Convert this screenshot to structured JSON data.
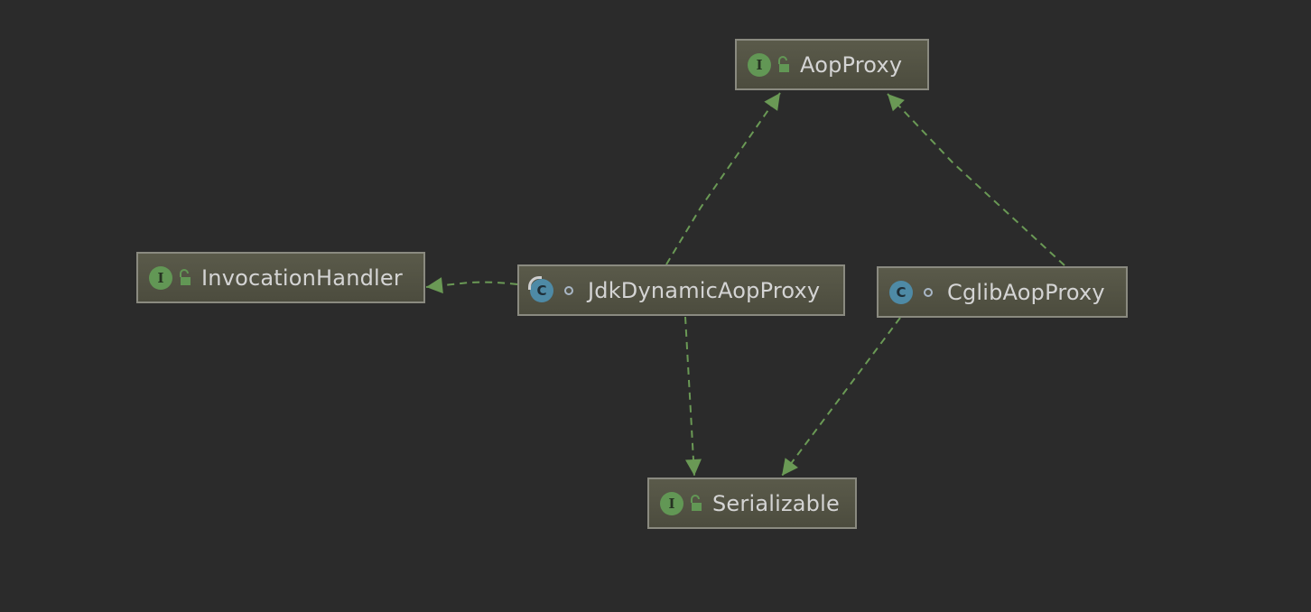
{
  "diagram": {
    "background": "#2b2b2b",
    "edge_color": "#6a9955",
    "nodes": [
      {
        "id": "aop-proxy",
        "name": "AopProxy",
        "kind": "interface",
        "kind_letter": "I",
        "visibility_icon": "lock-open-icon"
      },
      {
        "id": "invocation-handler",
        "name": "InvocationHandler",
        "kind": "interface",
        "kind_letter": "I",
        "visibility_icon": "lock-open-icon"
      },
      {
        "id": "jdk-dynamic-aop-proxy",
        "name": "JdkDynamicAopProxy",
        "kind": "class",
        "kind_letter": "C",
        "visibility_icon": "package-private-dot-icon"
      },
      {
        "id": "cglib-aop-proxy",
        "name": "CglibAopProxy",
        "kind": "class",
        "kind_letter": "C",
        "visibility_icon": "package-private-dot-icon"
      },
      {
        "id": "serializable",
        "name": "Serializable",
        "kind": "interface",
        "kind_letter": "I",
        "visibility_icon": "lock-open-icon"
      }
    ],
    "edges": [
      {
        "from": "jdk-dynamic-aop-proxy",
        "to": "aop-proxy",
        "relation": "implements"
      },
      {
        "from": "jdk-dynamic-aop-proxy",
        "to": "invocation-handler",
        "relation": "implements"
      },
      {
        "from": "jdk-dynamic-aop-proxy",
        "to": "serializable",
        "relation": "implements"
      },
      {
        "from": "cglib-aop-proxy",
        "to": "aop-proxy",
        "relation": "implements"
      },
      {
        "from": "cglib-aop-proxy",
        "to": "serializable",
        "relation": "implements"
      }
    ]
  }
}
